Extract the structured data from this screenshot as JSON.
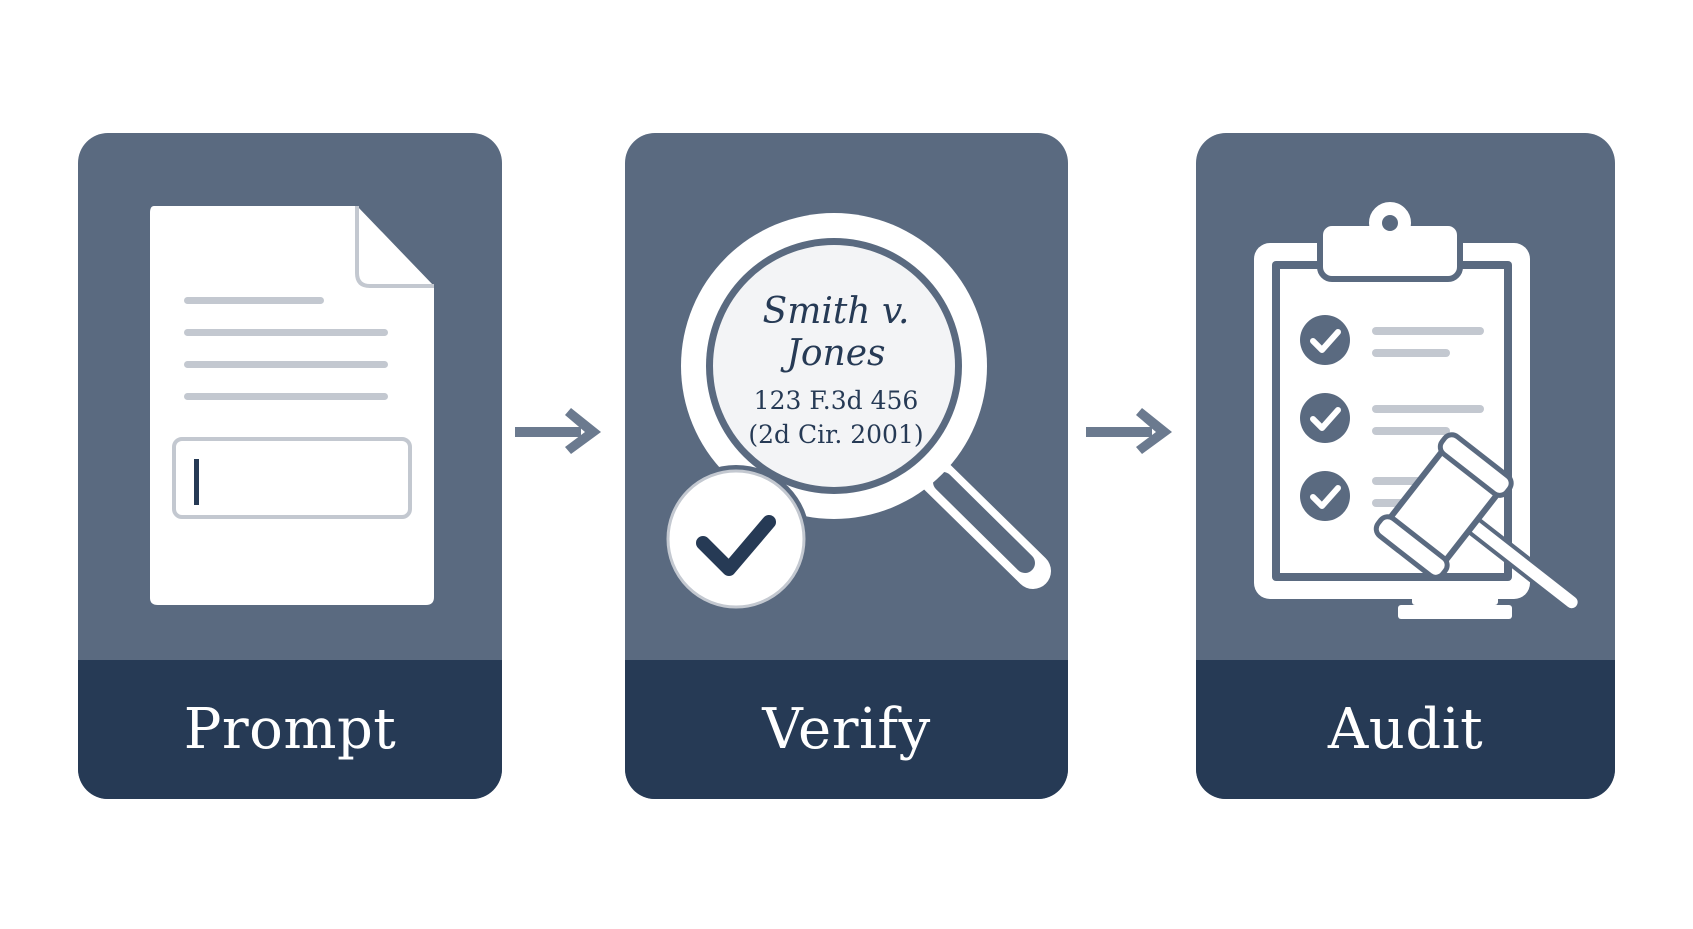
{
  "steps": [
    {
      "label": "Prompt",
      "icon": "document-prompt-icon"
    },
    {
      "label": "Verify",
      "icon": "magnifier-check-icon",
      "citation": {
        "name_line1": "Smith v.",
        "name_line2": "Jones",
        "ref_line1": "123 F.3d 456",
        "ref_line2": "(2d Cir. 2001)"
      }
    },
    {
      "label": "Audit",
      "icon": "clipboard-gavel-icon"
    }
  ],
  "colors": {
    "card": "#5a6a80",
    "footer": "#263a55",
    "arrow": "#6b7a8f",
    "paper": "#ffffff",
    "line": "#c3c8d0"
  }
}
